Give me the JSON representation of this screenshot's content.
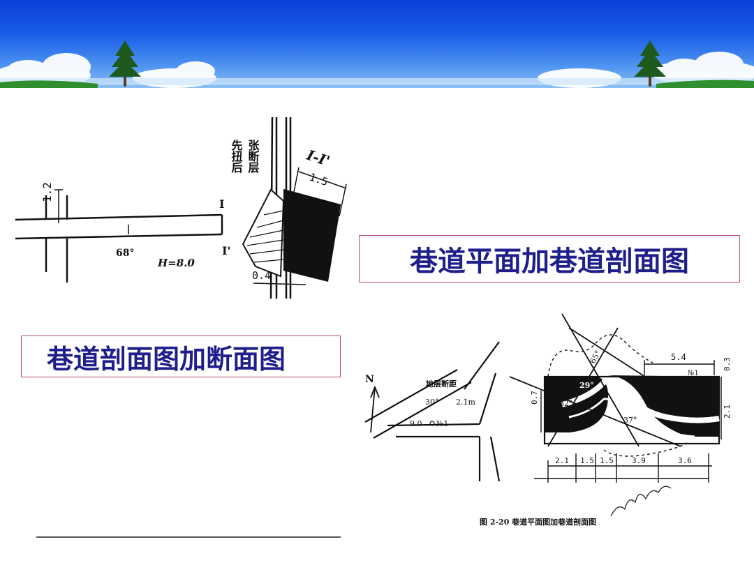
{
  "slide": {
    "plan_title": "巷道平面加巷道剖面图",
    "section_title": "巷道剖面图加断面图"
  },
  "left_drawing": {
    "stack_col1": "先扭后",
    "stack_col2": "张断层",
    "section_mark": "I-I'",
    "dim_top": "1.5",
    "dim_bottom": "0.4",
    "dim_side": "1.2",
    "angle": "68°",
    "height_label": "H=8.0",
    "mark_I": "I",
    "mark_I_prime": "I'"
  },
  "right_drawing": {
    "north": "N",
    "fault_distance_label": "地层断距",
    "angle_30": "30°",
    "dist_21m": "2.1m",
    "dist_90": "9.0",
    "seam_label_left": "№1",
    "seam_label_right": "№1",
    "angle_29": "29°",
    "angle_32": "32°",
    "angle_37": "37°",
    "angle_65": "65°",
    "dim_54": "5.4",
    "dim_03": "0.3",
    "dim_07": "0.7",
    "dim_21_side": "2.1",
    "bottom_dims": [
      "2.1",
      "1.5",
      "1.5",
      "3.9",
      "3.6"
    ],
    "figure_caption": "图 2-20  巷道平面图加巷道剖面图"
  },
  "colors": {
    "title_text": "#1f1f8c",
    "title_border": "#b3457e",
    "banner_blue": "#1a5ee8",
    "grass": "#2f8f2f"
  }
}
